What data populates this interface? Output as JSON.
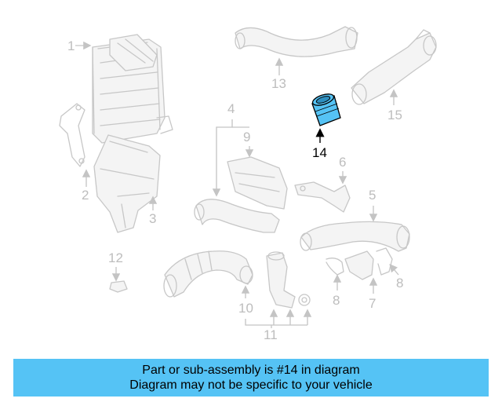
{
  "diagram": {
    "callouts": [
      "1",
      "2",
      "3",
      "4",
      "5",
      "6",
      "7",
      "8",
      "8",
      "9",
      "10",
      "11",
      "12",
      "13",
      "14",
      "15"
    ],
    "highlighted_part": "14",
    "highlight_color": "#55c3f5"
  },
  "banner": {
    "line1": "Part or sub-assembly is #14 in diagram",
    "line2": "Diagram may not be specific to your vehicle",
    "background": "#55c3f5"
  }
}
